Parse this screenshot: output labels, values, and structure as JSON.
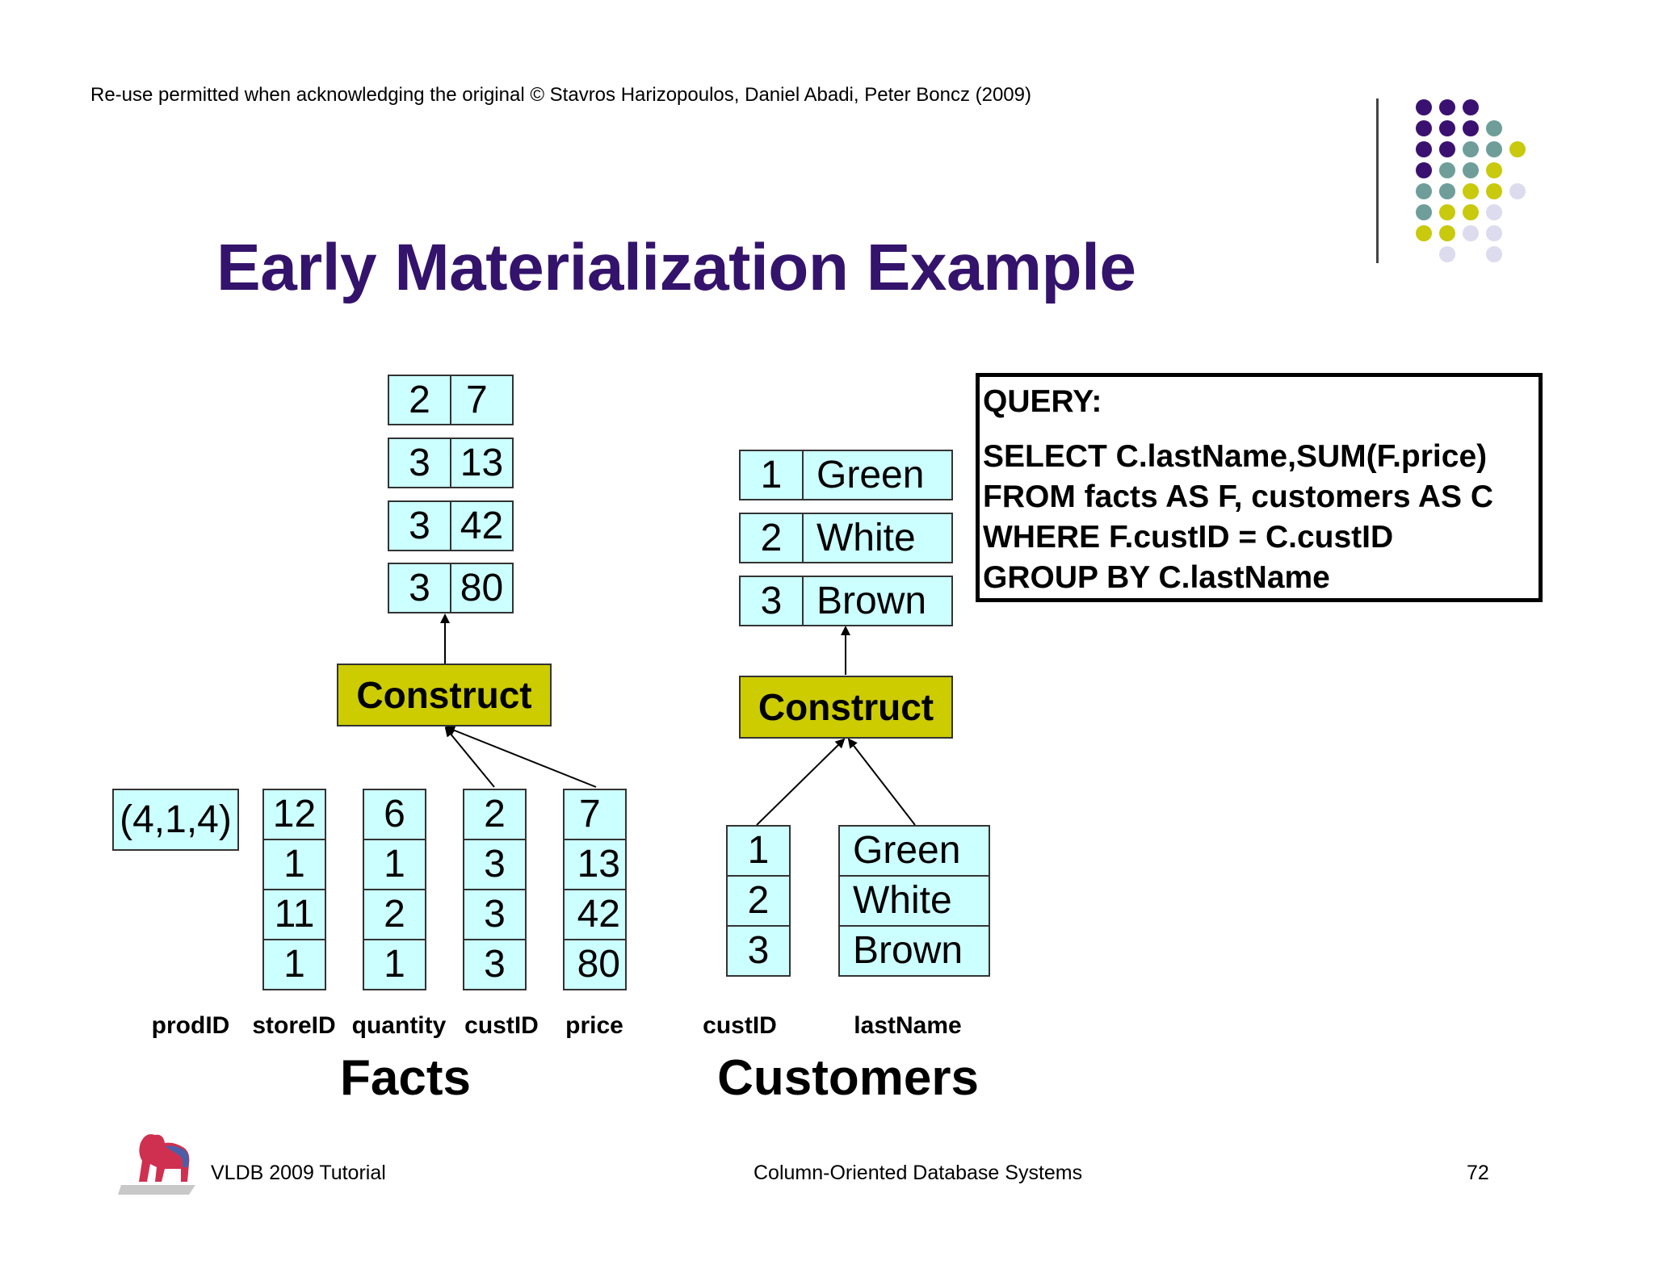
{
  "header": {
    "copyright": "Re-use permitted when acknowledging the original © Stavros Harizopoulos, Daniel Abadi, Peter Boncz (2009)",
    "title": "Early Materialization Example"
  },
  "decor": {
    "dot_colors": {
      "purple": "#3a1170",
      "teal": "#6f9e9a",
      "yellow": "#c9c90d",
      "lavender": "#dcdcee"
    }
  },
  "query": {
    "heading": "QUERY:",
    "lines": [
      "SELECT C.lastName,SUM(F.price)",
      "FROM facts AS F, customers AS C",
      "WHERE F.custID = C.custID",
      "GROUP BY C.lastName"
    ]
  },
  "facts": {
    "label": "Facts",
    "prodID_value": "(4,1,4)",
    "columns": [
      {
        "name": "prodID"
      },
      {
        "name": "storeID",
        "values": [
          "12",
          "1",
          "11",
          "1"
        ]
      },
      {
        "name": "quantity",
        "values": [
          "6",
          "1",
          "2",
          "1"
        ]
      },
      {
        "name": "custID",
        "values": [
          "2",
          "3",
          "3",
          "3"
        ]
      },
      {
        "name": "price",
        "values": [
          "7",
          "13",
          "42",
          "80"
        ]
      }
    ],
    "construct_label": "Construct",
    "output_tuples": [
      [
        "2",
        "7"
      ],
      [
        "3",
        "13"
      ],
      [
        "3",
        "42"
      ],
      [
        "3",
        "80"
      ]
    ]
  },
  "customers": {
    "label": "Customers",
    "columns": [
      {
        "name": "custID",
        "values": [
          "1",
          "2",
          "3"
        ]
      },
      {
        "name": "lastName",
        "values": [
          "Green",
          "White",
          "Brown"
        ]
      }
    ],
    "construct_label": "Construct",
    "output_tuples": [
      [
        "1",
        "Green"
      ],
      [
        "2",
        "White"
      ],
      [
        "3",
        "Brown"
      ]
    ]
  },
  "footer": {
    "left": "VLDB 2009 Tutorial",
    "center": "Column-Oriented Database Systems",
    "page": "72"
  },
  "colors": {
    "title": "#33136b",
    "cell_fill": "#ccffff",
    "construct_fill": "#cccc00"
  }
}
